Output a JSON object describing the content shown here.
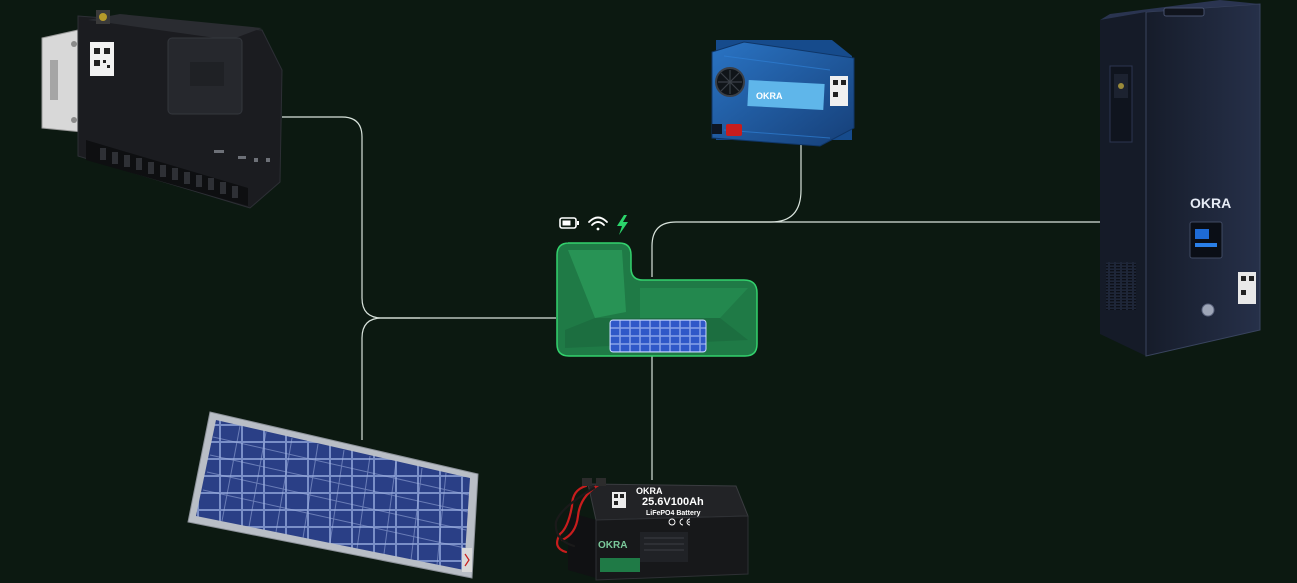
{
  "colors": {
    "background": "#0c1911",
    "wire": "#d9e3dc",
    "hub_fill": "#1f7a46",
    "hub_outline": "#33d16d",
    "status_green": "#2bd46b",
    "device_dark": "#1b1c20",
    "inverter_blue": "#1d5ea8",
    "cabinet_navy": "#1e2638",
    "panel_blue": "#2a3f86",
    "battery_black": "#17181a",
    "cable_red": "#c81d1d"
  },
  "hub": {
    "status_icons": [
      "battery-icon",
      "wifi-icon",
      "lightning-icon"
    ]
  },
  "devices": {
    "inverter": {
      "brand": "OKRA"
    },
    "cabinet": {
      "brand": "OKRA"
    },
    "battery": {
      "brand": "OKRA",
      "spec": "25.6V100Ah",
      "chemistry": "LiFePO4 Battery",
      "side_brand": "OKRA"
    }
  }
}
